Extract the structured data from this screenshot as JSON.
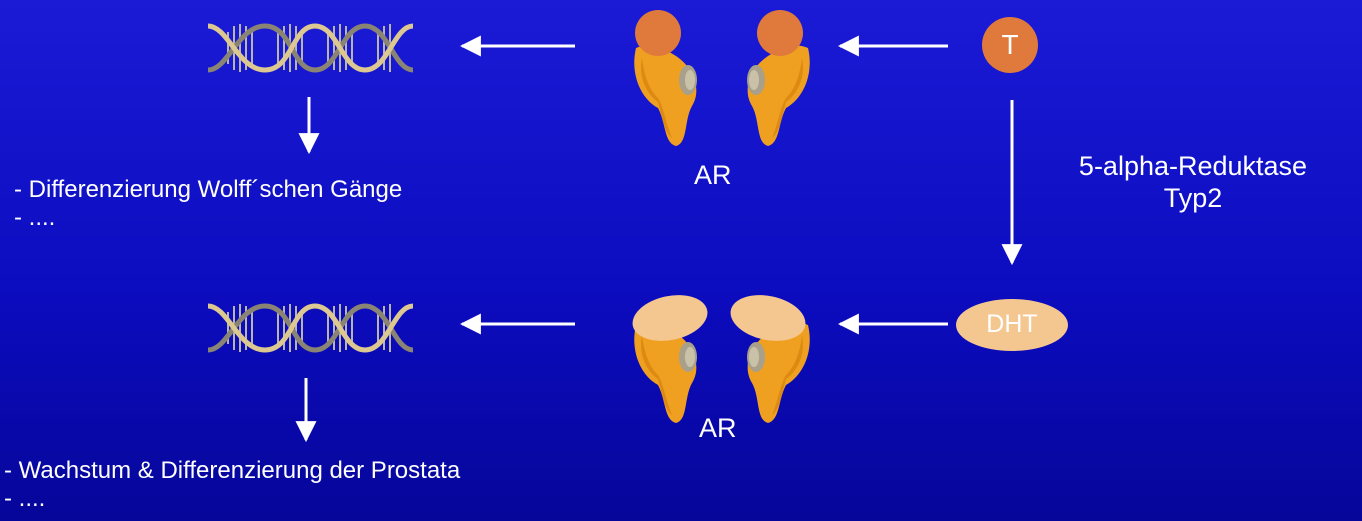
{
  "nodes": {
    "t_label": "T",
    "dht_label": "DHT"
  },
  "receptor": {
    "top_label": "AR",
    "bottom_label": "AR"
  },
  "enzyme": {
    "line1": "5-alpha-Reduktase",
    "line2": "Typ2"
  },
  "effects_top": {
    "line1": "- Differenzierung Wolff´schen Gänge",
    "line2": "- ...."
  },
  "effects_bottom": {
    "line1": "- Wachstum & Differenzierung der Prostata",
    "line2": "- ...."
  },
  "colors": {
    "background": "#0c0cc0",
    "arrow": "#ffffff",
    "t_circle": "#e07a3c",
    "dht_ellipse": "#f4c690",
    "receptor_body": "#f0a020",
    "receptor_shadow": "#a8a08a",
    "ligand_top": "#e07a3c",
    "ligand_bottom": "#f4c690",
    "dna_strand": "#c9b27a"
  }
}
